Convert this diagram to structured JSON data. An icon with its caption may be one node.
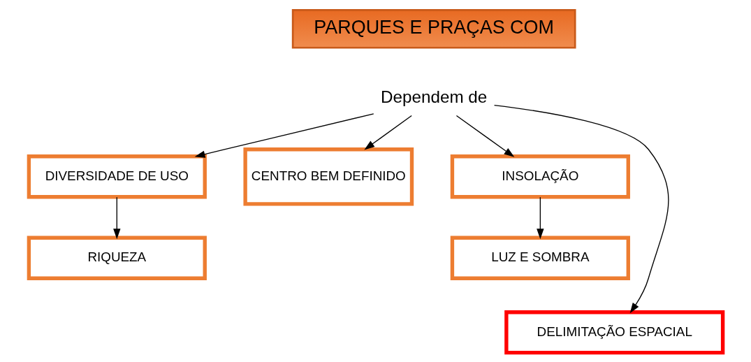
{
  "diagram": {
    "nodes": [
      {
        "text": [
          "PARQUES E PRAÇAS COM"
        ]
      },
      {
        "text": [
          "Dependem de"
        ]
      },
      {
        "text": [
          "DIVERSIDADE DE USO"
        ]
      },
      {
        "text": [
          "RIQUEZA"
        ]
      },
      {
        "text": [
          "CENTRO BEM DEFINIDO"
        ]
      },
      {
        "text": [
          "INSOLAÇÃO"
        ]
      },
      {
        "text": [
          "LUZ E SOMBRA"
        ]
      },
      {
        "text": [
          "DELIMITAÇÃO ESPACIAL"
        ]
      }
    ],
    "edges": [
      {
        "from": 1,
        "to": 2,
        "arrow": "to"
      },
      {
        "from": 1,
        "to": 4,
        "arrow": "to"
      },
      {
        "from": 1,
        "to": 7,
        "arrow": "to"
      },
      {
        "from": 1,
        "to": 5,
        "arrow": "to"
      },
      {
        "from": 2,
        "to": 3,
        "arrow": "to"
      },
      {
        "from": 5,
        "to": 6,
        "arrow": "to"
      }
    ]
  }
}
